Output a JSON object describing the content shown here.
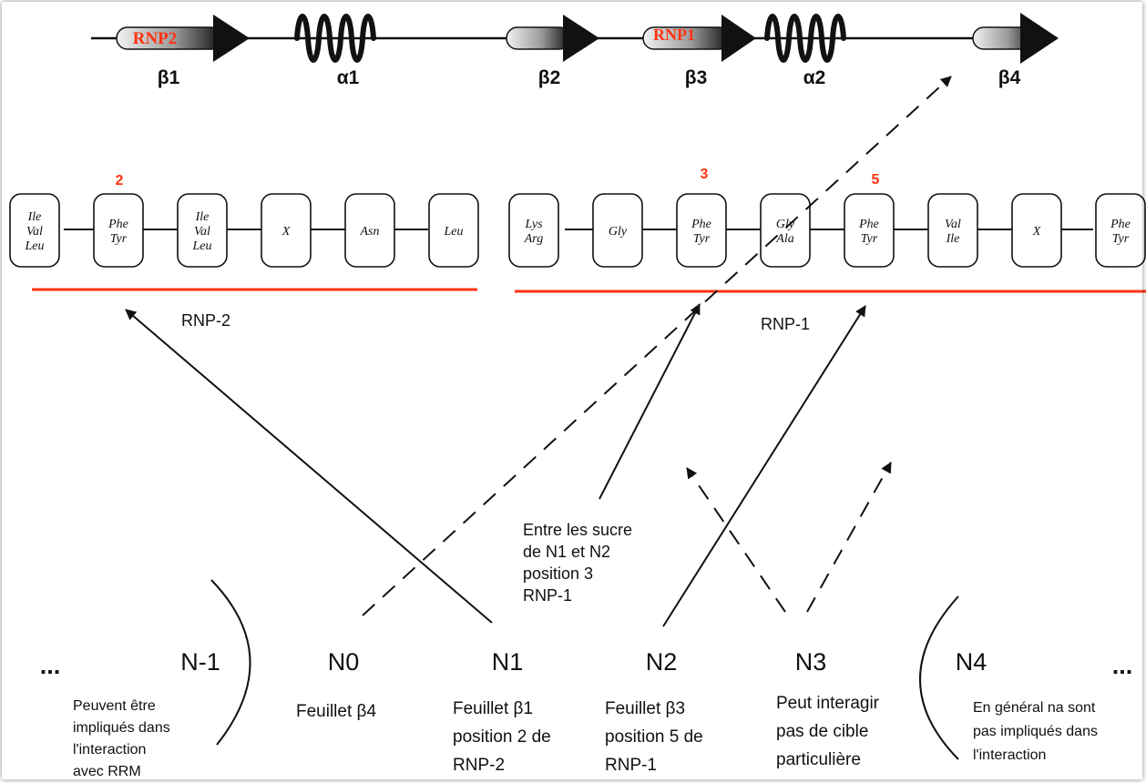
{
  "topology": {
    "rnp2_tag": "RNP2",
    "rnp1_tag": "RNP1",
    "labels": [
      "β1",
      "α1",
      "β2",
      "β3",
      "α2",
      "β4"
    ]
  },
  "positions": {
    "rnp2_pos": "2",
    "rnp1_pos_a": "3",
    "rnp1_pos_b": "5"
  },
  "rnp2_residues": [
    [
      "Ile",
      "Val",
      "Leu"
    ],
    [
      "Phe",
      "Tyr"
    ],
    [
      "Ile",
      "Val",
      "Leu"
    ],
    [
      "X"
    ],
    [
      "Asn"
    ],
    [
      "Leu"
    ]
  ],
  "rnp1_residues": [
    [
      "Lys",
      "Arg"
    ],
    [
      "Gly"
    ],
    [
      "Phe",
      "Tyr"
    ],
    [
      "Gly",
      "Ala"
    ],
    [
      "Phe",
      "Tyr"
    ],
    [
      "Val",
      "Ile"
    ],
    [
      "X"
    ],
    [
      "Phe",
      "Tyr"
    ]
  ],
  "rnp_labels": {
    "rnp2": "RNP-2",
    "rnp1": "RNP-1"
  },
  "middle_note": [
    "Entre les sucre",
    "de N1 et N2",
    "position 3",
    "RNP-1"
  ],
  "nucleotides": {
    "ellipsis_left": "...",
    "ellipsis_right": "...",
    "n_minus1": "N-1",
    "n0": "N0",
    "n1": "N1",
    "n2": "N2",
    "n3": "N3",
    "n4": "N4"
  },
  "descriptions": {
    "n_minus1": [
      "Peuvent être",
      "impliqués dans",
      "l'interaction",
      "avec RRM"
    ],
    "n0": [
      "Feuillet β4"
    ],
    "n1": [
      "Feuillet β1",
      "position 2 de",
      "RNP-2"
    ],
    "n2": [
      "Feuillet β3",
      "position 5 de",
      "RNP-1"
    ],
    "n3": [
      "Peut interagir",
      "pas de cible",
      "particulière"
    ],
    "n4": [
      "En général na sont",
      "pas impliqués dans",
      "l'interaction"
    ]
  },
  "colors": {
    "accent": "#ff3311",
    "ink": "#111111"
  }
}
